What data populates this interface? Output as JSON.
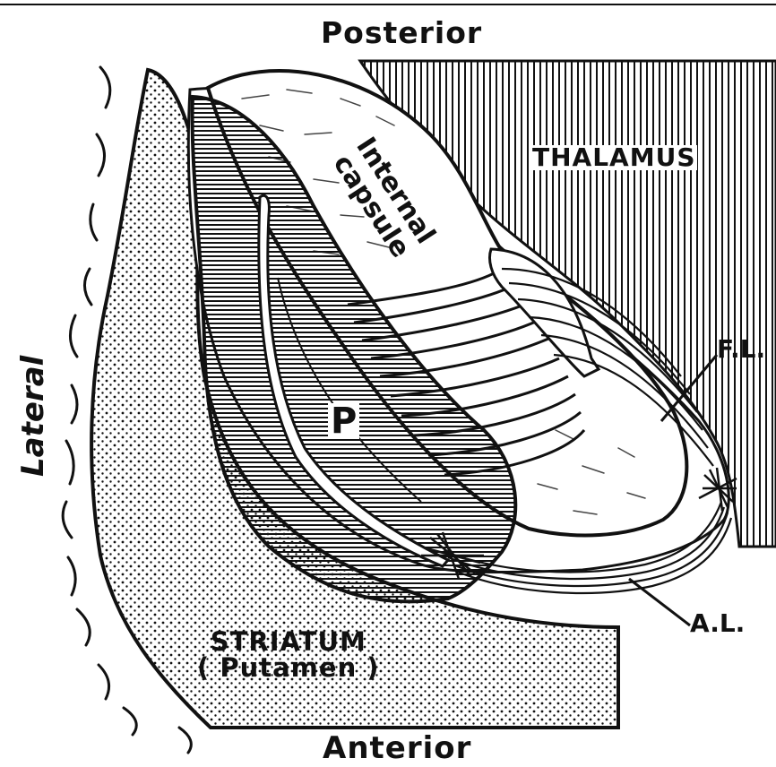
{
  "labels": {
    "posterior": "Posterior",
    "anterior": "Anterior",
    "lateral": "Lateral",
    "thalamus": "THALAMUS",
    "internal_capsule_line1": "Internal",
    "internal_capsule_line2": "capsule",
    "putamen_letter": "P",
    "striatum_line1": "STRIATUM",
    "striatum_line2": "( Putamen )",
    "fasciculus_lenticularis": "F.L.",
    "ansa_lenticularis": "A.L."
  },
  "colors": {
    "ink": "#111111",
    "paper": "#ffffff"
  }
}
